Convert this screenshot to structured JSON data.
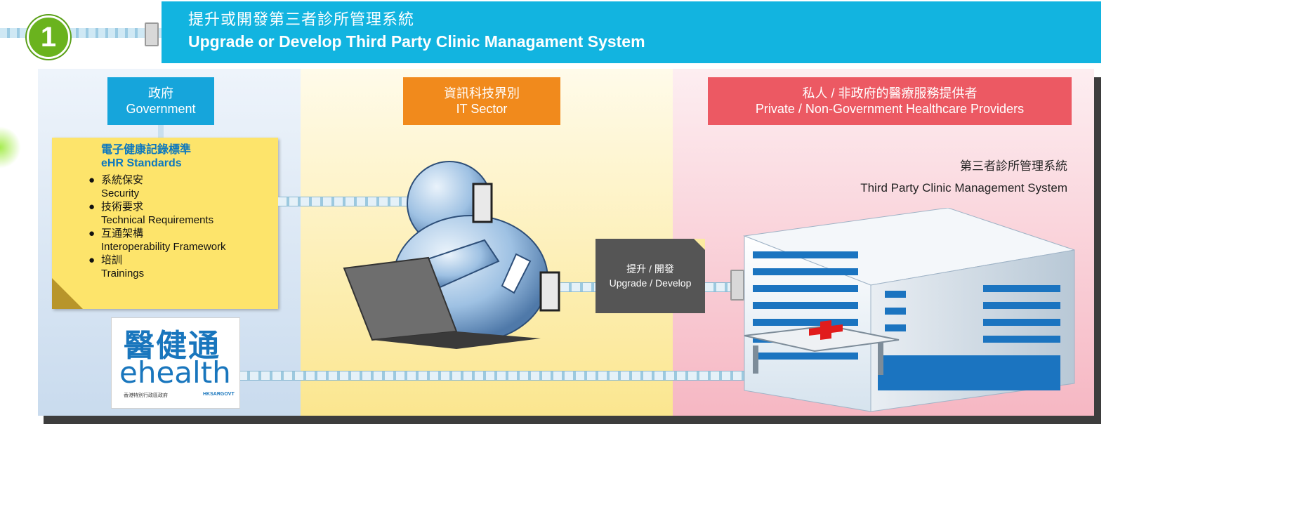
{
  "header": {
    "step_number": "1",
    "title_zh": "提升或開發第三者診所管理系統",
    "title_en": "Upgrade or Develop Third Party Clinic Managament System"
  },
  "sectors": {
    "government": {
      "zh": "政府",
      "en": "Government"
    },
    "it": {
      "zh": "資訊科技界別",
      "en": "IT Sector"
    },
    "private": {
      "zh": "私人 / 非政府的醫療服務提供者",
      "en": "Private / Non-Government Healthcare Providers"
    }
  },
  "standards": {
    "title_zh": "電子健康記錄標準",
    "title_en": "eHR Standards",
    "items": [
      {
        "zh": "系統保安",
        "en": "Security"
      },
      {
        "zh": "技術要求",
        "en": "Technical Requirements"
      },
      {
        "zh": "互通架構",
        "en": "Interoperability Framework"
      },
      {
        "zh": "培訓",
        "en": "Trainings"
      }
    ]
  },
  "ehealth_logo": {
    "zh": "醫健通",
    "en": "ehealth",
    "gov_zh": "香港特別行政區政府",
    "gov_en": "HKSARGOVT"
  },
  "upgrade_box": {
    "zh": "提升 / 開發",
    "en": "Upgrade / Develop"
  },
  "clinic": {
    "zh": "第三者診所管理系統",
    "en": "Third Party Clinic Management System"
  },
  "colors": {
    "header": "#12b4e0",
    "government": "#16a5db",
    "it": "#f18a1c",
    "private": "#ec5963",
    "step_badge": "#6ab31e"
  }
}
